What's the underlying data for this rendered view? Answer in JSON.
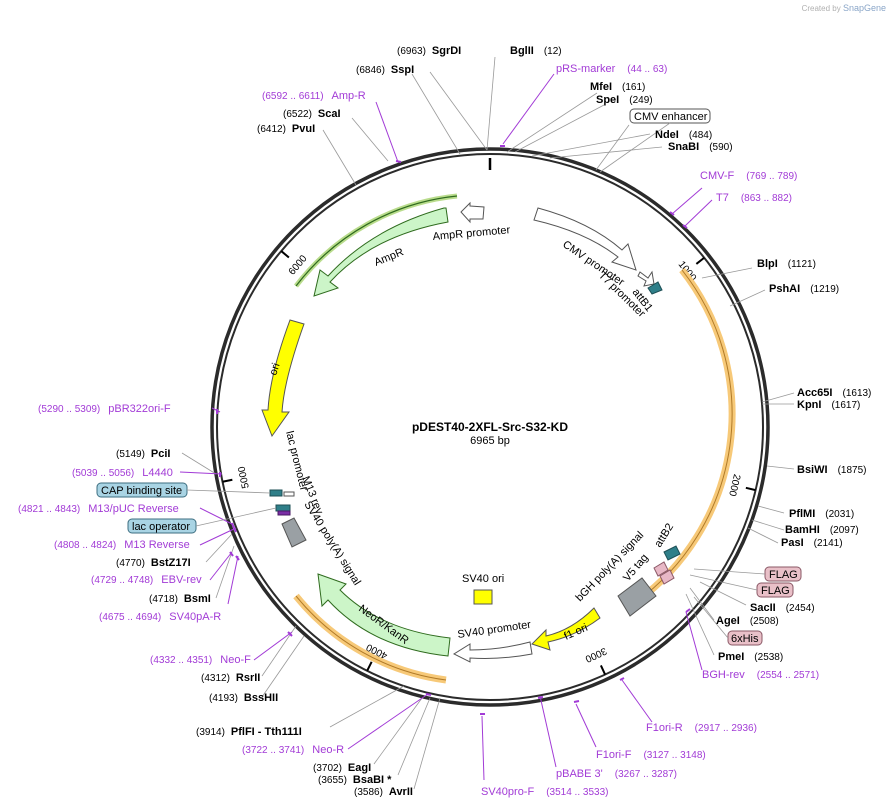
{
  "credit": {
    "prefix": "Created by",
    "brand": "SnapGene"
  },
  "plasmid": {
    "name": "pDEST40-2XFL-Src-S32-KD",
    "size": "6965 bp",
    "total_bp": 6965
  },
  "ticks": [
    {
      "label": "1000",
      "bp": 1000
    },
    {
      "label": "2000",
      "bp": 2000
    },
    {
      "label": "3000",
      "bp": 3000
    },
    {
      "label": "4000",
      "bp": 4000
    },
    {
      "label": "5000",
      "bp": 5000
    },
    {
      "label": "6000",
      "bp": 6000
    }
  ],
  "enzymes": [
    {
      "name": "SgrDI",
      "pos": "(6963)",
      "bp": 6963
    },
    {
      "name": "BglII",
      "pos": "(12)",
      "bp": 12
    },
    {
      "name": "SspI",
      "pos": "(6846)",
      "bp": 6846
    },
    {
      "name": "MfeI",
      "pos": "(161)",
      "bp": 161
    },
    {
      "name": "SpeI",
      "pos": "(249)",
      "bp": 249
    },
    {
      "name": "NdeI",
      "pos": "(484)",
      "bp": 484
    },
    {
      "name": "SnaBI",
      "pos": "(590)",
      "bp": 590
    },
    {
      "name": "ScaI",
      "pos": "(6522)",
      "bp": 6522
    },
    {
      "name": "PvuI",
      "pos": "(6412)",
      "bp": 6412
    },
    {
      "name": "BlpI",
      "pos": "(1121)",
      "bp": 1121
    },
    {
      "name": "PshAI",
      "pos": "(1219)",
      "bp": 1219
    },
    {
      "name": "Acc65I",
      "pos": "(1613)",
      "bp": 1613
    },
    {
      "name": "KpnI",
      "pos": "(1617)",
      "bp": 1617
    },
    {
      "name": "BsiWI",
      "pos": "(1875)",
      "bp": 1875
    },
    {
      "name": "PflMI",
      "pos": "(2031)",
      "bp": 2031
    },
    {
      "name": "BamHI",
      "pos": "(2097)",
      "bp": 2097
    },
    {
      "name": "PasI",
      "pos": "(2141)",
      "bp": 2141
    },
    {
      "name": "SacII",
      "pos": "(2454)",
      "bp": 2454
    },
    {
      "name": "AgeI",
      "pos": "(2508)",
      "bp": 2508
    },
    {
      "name": "PmeI",
      "pos": "(2538)",
      "bp": 2538
    },
    {
      "name": "PciI",
      "pos": "(5149)",
      "bp": 5149
    },
    {
      "name": "BstZ17I",
      "pos": "(4770)",
      "bp": 4770
    },
    {
      "name": "BsmI",
      "pos": "(4718)",
      "bp": 4718
    },
    {
      "name": "RsrII",
      "pos": "(4312)",
      "bp": 4312
    },
    {
      "name": "BssHII",
      "pos": "(4193)",
      "bp": 4193
    },
    {
      "name": "PflFI - Tth111I",
      "pos": "(3914)",
      "bp": 3914
    },
    {
      "name": "EagI",
      "pos": "(3702)",
      "bp": 3702
    },
    {
      "name": "BsaBI *",
      "pos": "(3655)",
      "bp": 3655
    },
    {
      "name": "AvrII",
      "pos": "(3586)",
      "bp": 3586
    }
  ],
  "primers": [
    {
      "name": "pRS-marker",
      "range": "(44 .. 63)"
    },
    {
      "name": "Amp-R",
      "range": "(6592 .. 6611)"
    },
    {
      "name": "CMV-F",
      "range": "(769 .. 789)"
    },
    {
      "name": "T7",
      "range": "(863 .. 882)"
    },
    {
      "name": "pBR322ori-F",
      "range": "(5290 .. 5309)"
    },
    {
      "name": "L4440",
      "range": "(5039 .. 5056)"
    },
    {
      "name": "M13/pUC Reverse",
      "range": "(4821 .. 4843)"
    },
    {
      "name": "M13 Reverse",
      "range": "(4808 .. 4824)"
    },
    {
      "name": "EBV-rev",
      "range": "(4729 .. 4748)"
    },
    {
      "name": "SV40pA-R",
      "range": "(4675 .. 4694)"
    },
    {
      "name": "Neo-F",
      "range": "(4332 .. 4351)"
    },
    {
      "name": "Neo-R",
      "range": "(3722 .. 3741)"
    },
    {
      "name": "SV40pro-F",
      "range": "(3514 .. 3533)"
    },
    {
      "name": "pBABE 3'",
      "range": "(3267 .. 3287)"
    },
    {
      "name": "F1ori-F",
      "range": "(3127 .. 3148)"
    },
    {
      "name": "F1ori-R",
      "range": "(2917 .. 2936)"
    },
    {
      "name": "BGH-rev",
      "range": "(2554 .. 2571)"
    }
  ],
  "boxed_features": [
    {
      "name": "CMV enhancer"
    },
    {
      "name": "FLAG"
    },
    {
      "name": "FLAG"
    },
    {
      "name": "6xHis"
    },
    {
      "name": "CAP binding site"
    },
    {
      "name": "lac operator"
    }
  ],
  "features": [
    {
      "name": "AmpR promoter"
    },
    {
      "name": "AmpR"
    },
    {
      "name": "CMV promoter"
    },
    {
      "name": "T7 promoter"
    },
    {
      "name": "attB1"
    },
    {
      "name": "ori"
    },
    {
      "name": "lac promoter"
    },
    {
      "name": "M13 rev"
    },
    {
      "name": "SV40 poly(A) signal"
    },
    {
      "name": "NeoR/KanR"
    },
    {
      "name": "SV40 ori"
    },
    {
      "name": "SV40 promoter"
    },
    {
      "name": "f1 ori"
    },
    {
      "name": "bGH poly(A) signal"
    },
    {
      "name": "V5 tag"
    },
    {
      "name": "attB2"
    }
  ],
  "colors": {
    "backbone": "#2b2b2b",
    "primer": "#a23bd6",
    "amp": "#ccf5c8",
    "amp_stroke": "#2f6b1e",
    "ori": "#ffff00",
    "orf_highlight": "#f7c978",
    "grey_box": "#9aa0a4",
    "teal": "#2f7f89",
    "pink": "#e8b8c6",
    "boxed_blue": "#a9d4e4",
    "boxed_pink": "#e9c0c8"
  }
}
